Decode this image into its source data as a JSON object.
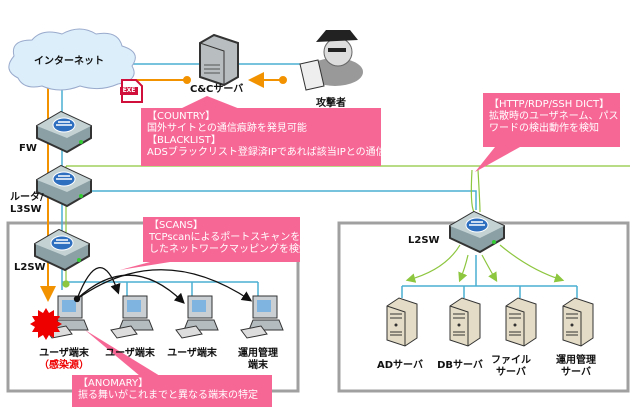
{
  "internet": "インターネット",
  "cc_server": "C&Cサーバ",
  "attacker": "攻撃者",
  "exe": "EXE",
  "fw": "FW",
  "router": [
    "ルータ/",
    "L3SW"
  ],
  "l2sw_left": "L2SW",
  "l2sw_right": "L2SW",
  "callouts": {
    "country": {
      "title": "【COUNTRY】",
      "text": "国外サイトとの通信痕跡を発見可能"
    },
    "blacklist": {
      "title": "【BLACKLIST】",
      "text": "ADSブラックリスト登録済IPであれば該当IPとの通信を検知"
    },
    "dict": {
      "title": "【HTTP/RDP/SSH DICT】",
      "lines": [
        "拡散時のユーザネーム、パス",
        "ワードの検出動作を検知"
      ]
    },
    "scans": {
      "title": "【SCANS】",
      "lines": [
        "TCPscanによるポートスキャンを通",
        "したネットワークマッピングを検知"
      ]
    },
    "anomary": {
      "title": "【ANOMARY】",
      "text": "振る舞いがこれまでと異なる端末の特定"
    }
  },
  "terminals": [
    {
      "label": "ユーザ端末",
      "note": "（感染源）"
    },
    {
      "label": "ユーザ端末"
    },
    {
      "label": "ユーザ端末"
    },
    {
      "label": "運用管理",
      "label2": "端末"
    }
  ],
  "servers": [
    {
      "label": "ADサーバ"
    },
    {
      "label": "DBサーバ"
    },
    {
      "label": "ファイル",
      "label2": "サーバ"
    },
    {
      "label": "運用管理",
      "label2": "サーバ"
    }
  ],
  "colors": {
    "callout": "#f76796",
    "orange": "#f39200",
    "blue": "#4aaed0",
    "green": "#8dc63f",
    "box": "#a0a0a0"
  }
}
